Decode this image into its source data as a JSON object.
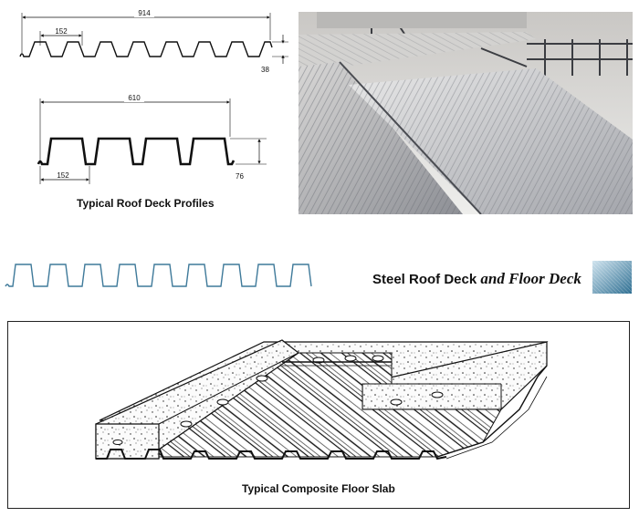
{
  "roof_profiles": {
    "profile_1": {
      "overall_width": "914",
      "pitch": "152",
      "depth": "38"
    },
    "profile_2": {
      "overall_width": "610",
      "pitch": "152",
      "depth": "76"
    },
    "caption": "Typical Roof Deck Profiles"
  },
  "banner": {
    "title_plain": "Steel Roof Deck",
    "title_italic": "and Floor Deck",
    "profile_color": "#3f7a9a"
  },
  "floor_slab": {
    "caption": "Typical Composite Floor Slab"
  },
  "colors": {
    "swatch_light": "#cfe3ee",
    "swatch_dark": "#2f6f92",
    "photo_sky": "#e8e8e6",
    "photo_deck": "#9b9ea4"
  }
}
